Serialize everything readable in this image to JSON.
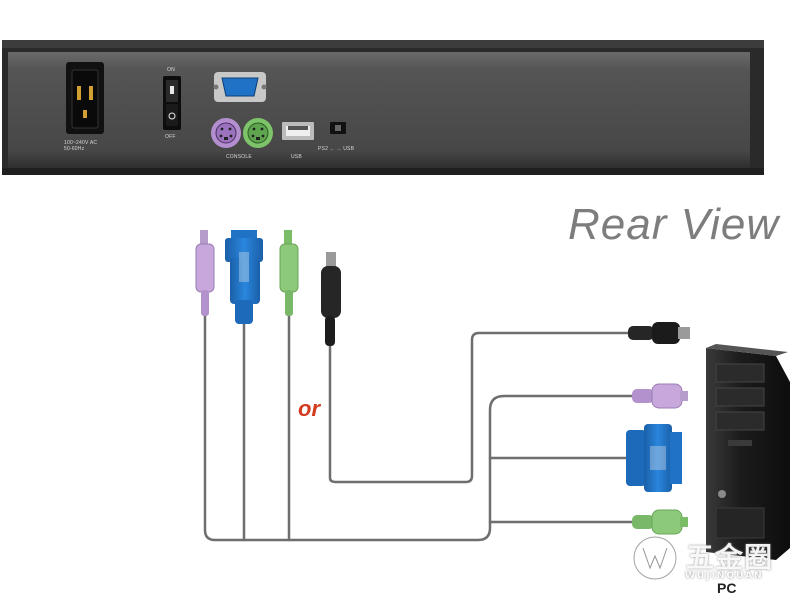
{
  "title": "Rear  View",
  "or_label": "or",
  "pc_label": "PC",
  "panel": {
    "power_label_1": "100~240V AC",
    "power_label_2": "50-60Hz",
    "switch_on": "ON",
    "switch_off": "OFF",
    "console_label": "CONSOLE",
    "usb_label": "USB",
    "mode_label": "PS2 ← → USB"
  },
  "watermark": {
    "chinese": "五金圈",
    "english": "WUJINQUAN"
  },
  "colors": {
    "panel": "#4a4a4a",
    "vga_blue": "#1f72c6",
    "ps2_purple": "#c8a8dc",
    "ps2_green": "#8cc97a",
    "usb_black": "#262626",
    "cable": "#6e6e6e",
    "title_gray": "#7d7d7d",
    "or_red": "#d33a1e"
  },
  "icons": [
    "power-socket-icon",
    "rocker-switch-icon",
    "vga-port-icon",
    "ps2-port-icon",
    "usb-port-icon",
    "mode-switch-icon",
    "pc-tower-icon",
    "watermark-logo-icon"
  ]
}
